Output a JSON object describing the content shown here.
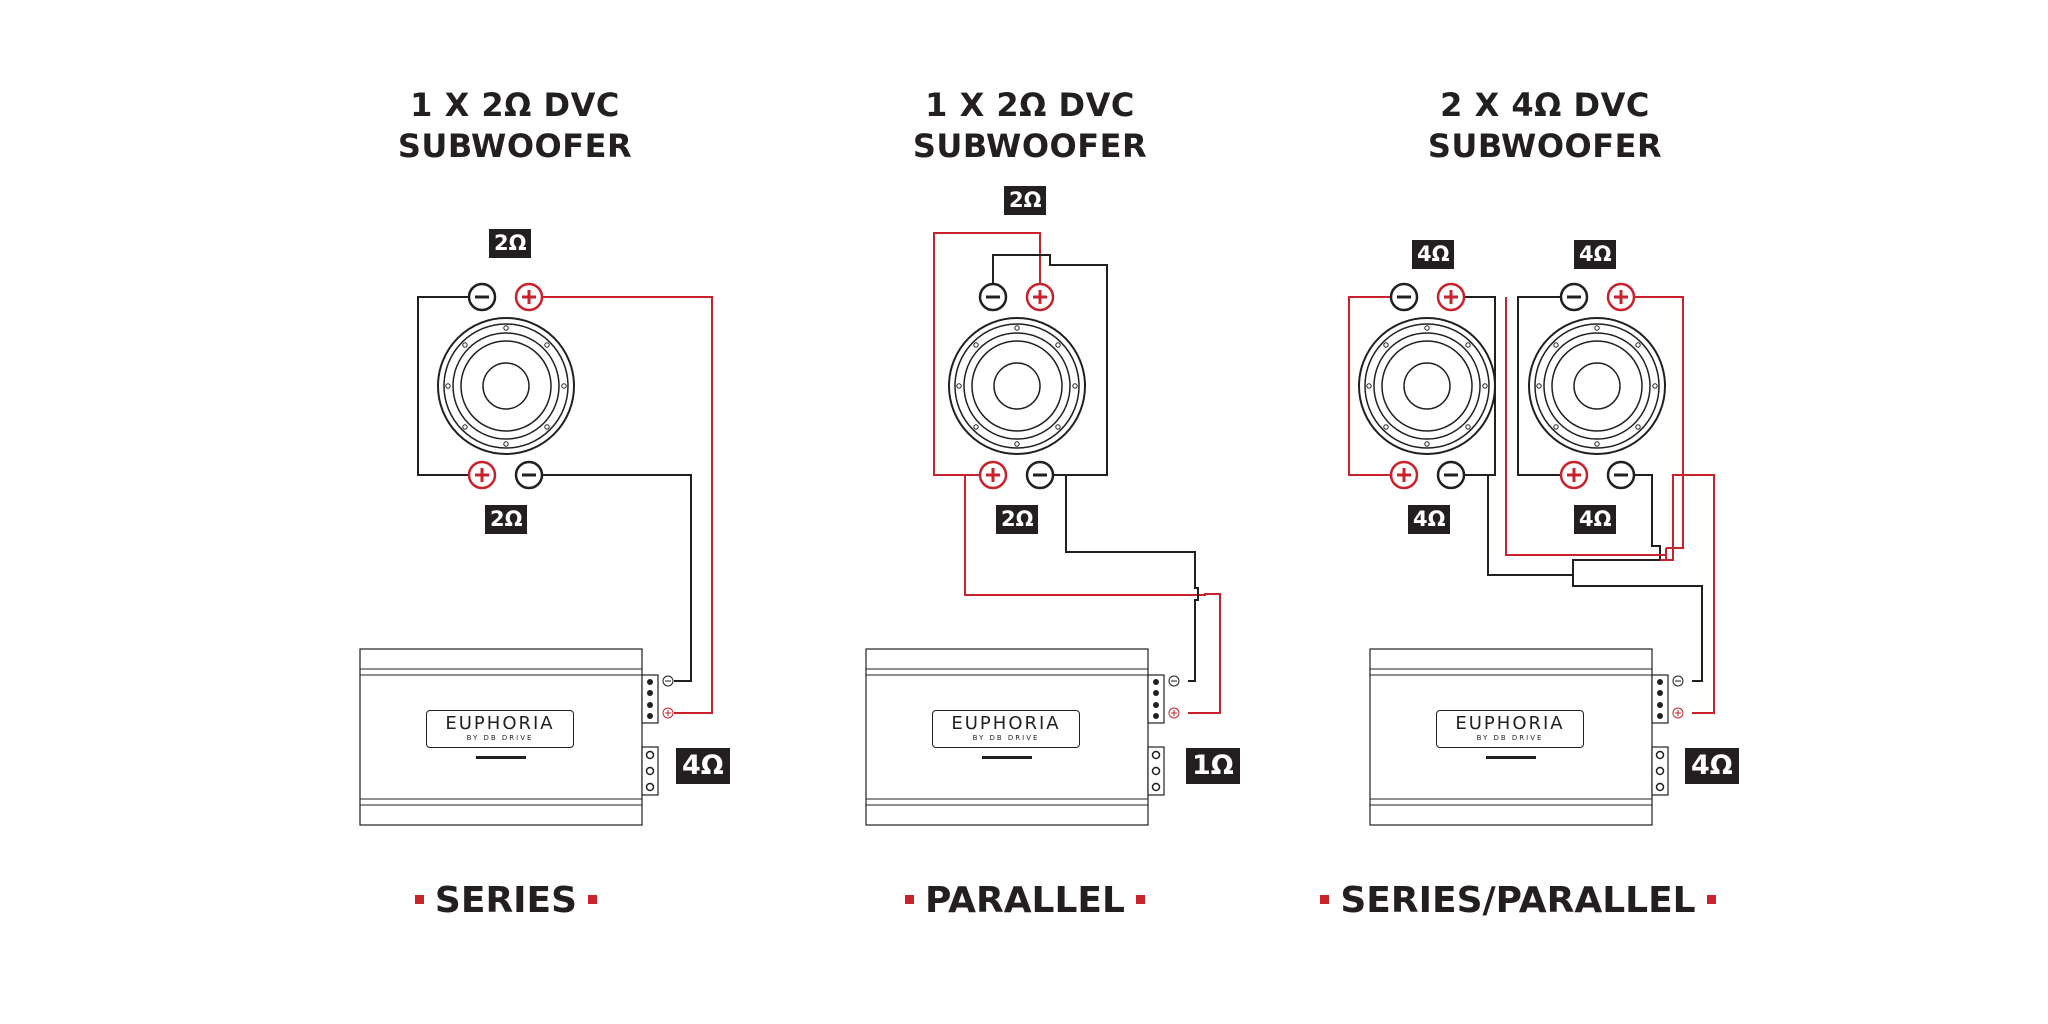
{
  "panels": [
    {
      "title_line1": "1 X 2Ω DVC",
      "title_line2": "SUBWOOFER",
      "coil_top_label": "2Ω",
      "coil_bottom_label": "2Ω",
      "amp_load_label": "4Ω",
      "amp_brand": "EUPHORIA",
      "amp_sub": "BY DB DRIVE",
      "footer_label": "SERIES"
    },
    {
      "title_line1": "1 X 2Ω DVC",
      "title_line2": "SUBWOOFER",
      "coil_top_label": "2Ω",
      "coil_bottom_label": "2Ω",
      "amp_load_label": "1Ω",
      "amp_brand": "EUPHORIA",
      "amp_sub": "BY DB DRIVE",
      "footer_label": "PARALLEL"
    },
    {
      "title_line1": "2 X 4Ω DVC",
      "title_line2": "SUBWOOFER",
      "coil_top_label_a": "4Ω",
      "coil_top_label_b": "4Ω",
      "coil_bottom_label_a": "4Ω",
      "coil_bottom_label_b": "4Ω",
      "amp_load_label": "4Ω",
      "amp_brand": "EUPHORIA",
      "amp_sub": "BY DB DRIVE",
      "footer_label": "SERIES/PARALLEL"
    }
  ],
  "colors": {
    "wire_positive": "#c8232c",
    "wire_negative": "#231f20",
    "badge_background": "#231f20",
    "accent_square": "#c8232c"
  },
  "icons": {
    "terminal_positive": "plus-terminal-icon",
    "terminal_negative": "minus-terminal-icon",
    "speaker": "subwoofer-icon",
    "amplifier": "amplifier-icon"
  }
}
